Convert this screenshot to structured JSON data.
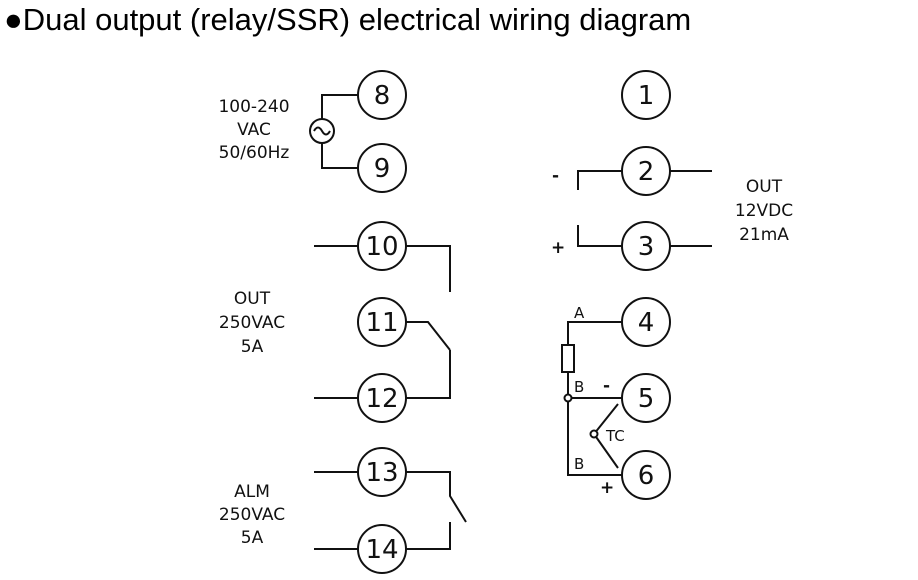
{
  "title": "●Dual output (relay/SSR) electrical wiring diagram",
  "terminals": [
    "1",
    "2",
    "3",
    "4",
    "5",
    "6",
    "8",
    "9",
    "10",
    "11",
    "12",
    "13",
    "14"
  ],
  "power": {
    "line1": "100-240",
    "line2": "VAC",
    "line3": "50/60Hz",
    "icon": "ac-source-icon"
  },
  "relay_out": {
    "line1": "OUT",
    "line2": "250VAC",
    "line3": "5A"
  },
  "alarm": {
    "line1": "ALM",
    "line2": "250VAC",
    "line3": "5A"
  },
  "ssr_out": {
    "line1": "OUT",
    "line2": "12VDC",
    "line3": "21mA",
    "minus": "-",
    "plus": "+"
  },
  "sensor": {
    "a": "A",
    "b1": "B",
    "b2": "B",
    "tc": "TC",
    "minus": "-",
    "plus": "+"
  }
}
